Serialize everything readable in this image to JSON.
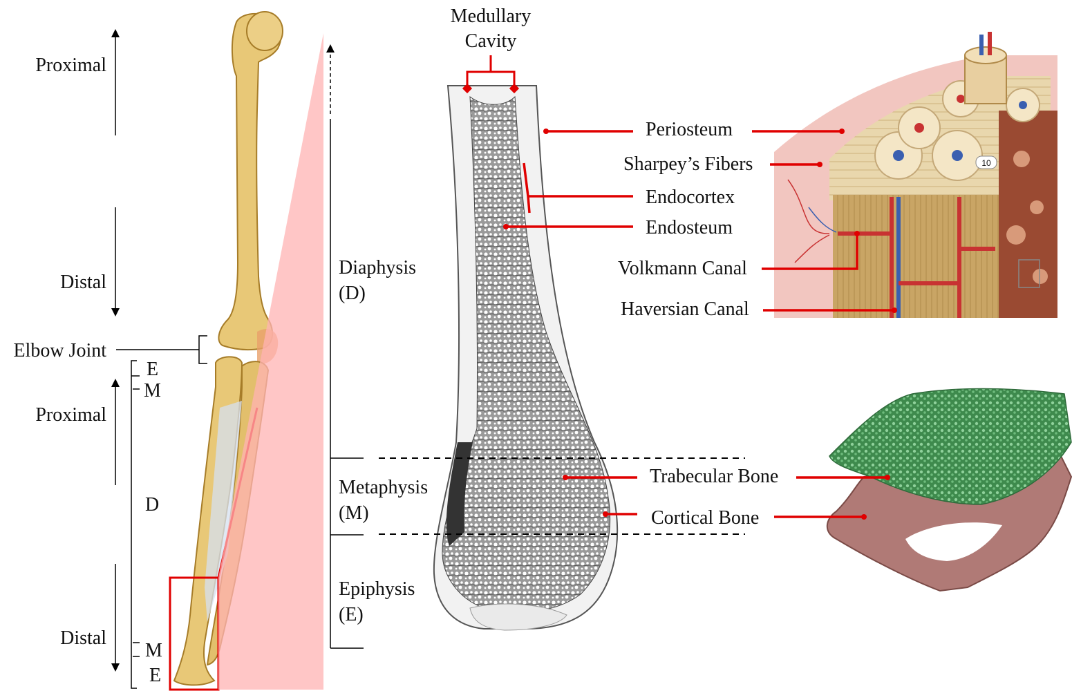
{
  "arm": {
    "upper_proximal": "Proximal",
    "upper_distal": "Distal",
    "elbow_joint": "Elbow Joint",
    "lower_proximal": "Proximal",
    "lower_distal": "Distal",
    "seg_e_top": "E",
    "seg_m_top": "M",
    "seg_d": "D",
    "seg_m_bottom": "M",
    "seg_e_bottom": "E"
  },
  "regions": {
    "diaphysis": "Diaphysis",
    "diaphysis_abbr": "(D)",
    "metaphysis": "Metaphysis",
    "metaphysis_abbr": "(M)",
    "epiphysis": "Epiphysis",
    "epiphysis_abbr": "(E)"
  },
  "bone_labels": {
    "medullary_line1": "Medullary",
    "medullary_line2": "Cavity",
    "periosteum": "Periosteum",
    "sharpeys_fibers": "Sharpey’s Fibers",
    "endocortex": "Endocortex",
    "endosteum": "Endosteum",
    "volkmann_canal": "Volkmann Canal",
    "haversian_canal": "Haversian Canal",
    "trabecular_bone": "Trabecular Bone",
    "cortical_bone": "Cortical Bone"
  },
  "inset": {
    "marker_number": "10"
  },
  "colors": {
    "callout_red": "#e00000",
    "zoom_pink": "#ffb3b3",
    "bone_yellow": "#e8c877",
    "trabecular_green": "#4f9a5d",
    "cortical_pink": "#b07a76"
  }
}
